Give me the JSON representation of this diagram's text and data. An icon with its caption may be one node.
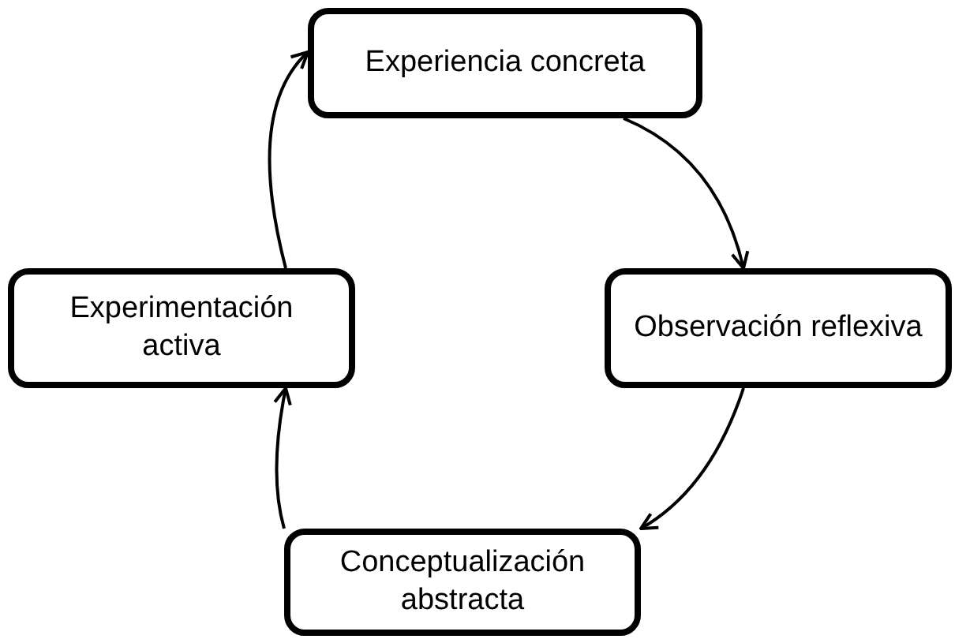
{
  "diagram": {
    "nodes": [
      {
        "text": [
          "Experiencia concreta"
        ]
      },
      {
        "text": [
          "Observación reflexiva"
        ]
      },
      {
        "text": [
          "Conceptualización abstracta"
        ]
      },
      {
        "text": [
          "Experimentación activa"
        ]
      }
    ],
    "edges": [
      {
        "from": 0,
        "to": 1,
        "arrow": "to"
      },
      {
        "from": 1,
        "to": 2,
        "arrow": "to"
      },
      {
        "from": 2,
        "to": 3,
        "arrow": "to"
      },
      {
        "from": 3,
        "to": 0,
        "arrow": "to"
      }
    ]
  }
}
